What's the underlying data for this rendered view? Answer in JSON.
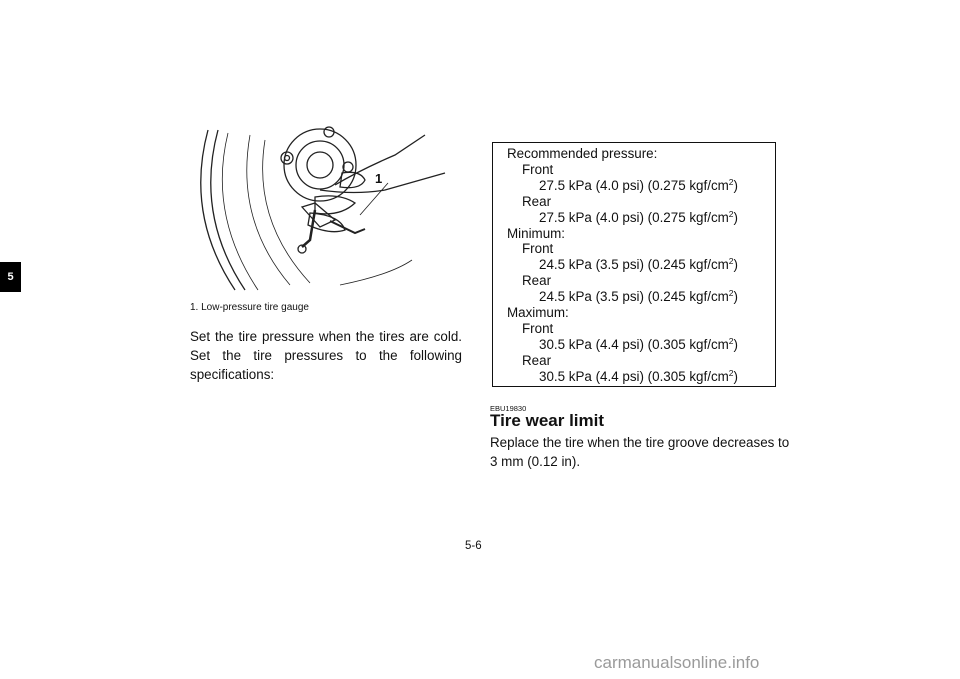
{
  "chapter_tab": "5",
  "figure": {
    "callout": "1",
    "caption": "1.  Low-pressure tire gauge"
  },
  "left_text": "Set the tire pressure when the tires are cold. Set the tire pressures to the following specifications:",
  "spec_box": {
    "recommended_label": "Recommended pressure:",
    "recommended_front_label": "Front",
    "recommended_front_value": "27.5 kPa (4.0 psi) (0.275 kgf/cm",
    "recommended_rear_label": "Rear",
    "recommended_rear_value": "27.5 kPa (4.0 psi) (0.275 kgf/cm",
    "minimum_label": "Minimum:",
    "minimum_front_label": "Front",
    "minimum_front_value": "24.5 kPa (3.5 psi) (0.245 kgf/cm",
    "minimum_rear_label": "Rear",
    "minimum_rear_value": "24.5 kPa (3.5 psi) (0.245 kgf/cm",
    "maximum_label": "Maximum:",
    "maximum_front_label": "Front",
    "maximum_front_value": "30.5 kPa (4.4 psi) (0.305 kgf/cm",
    "maximum_rear_label": "Rear",
    "maximum_rear_value": "30.5 kPa (4.4 psi) (0.305 kgf/cm",
    "exponent": "2",
    "close_paren": ")"
  },
  "section": {
    "code": "EBU19830",
    "heading": "Tire wear limit",
    "text_line1": "Replace the tire when the tire groove decreases to",
    "text_line2": "3 mm (0.12 in)."
  },
  "page_number": "5-6",
  "watermark": "carmanualsonline.info"
}
